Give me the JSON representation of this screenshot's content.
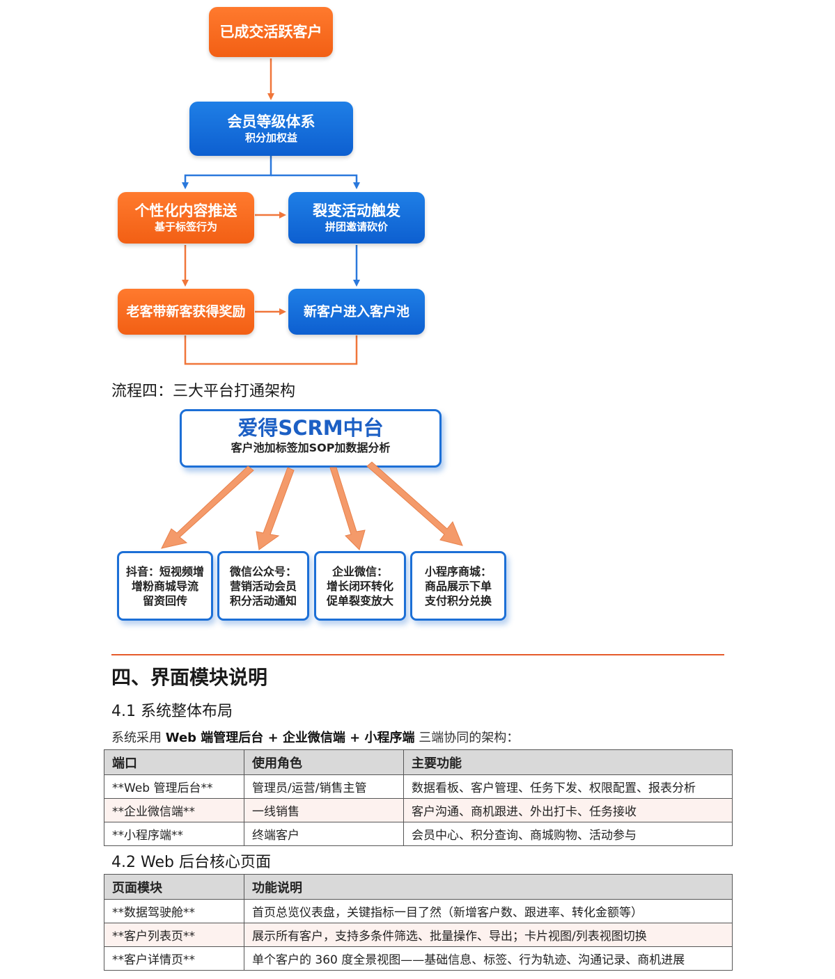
{
  "flow1": {
    "nodes": {
      "top": {
        "title": "已成交活跃客户"
      },
      "member": {
        "title": "会员等级体系",
        "sub": "积分加权益"
      },
      "personal": {
        "title": "个性化内容推送",
        "sub": "基于标签行为"
      },
      "fission": {
        "title": "裂变活动触发",
        "sub": "拼团邀请砍价"
      },
      "referral": {
        "title": "老客带新客获得奖励"
      },
      "newpool": {
        "title": "新客户进入客户池"
      }
    },
    "colors": {
      "orange": "#f26a1f",
      "blue": "#1469dc"
    }
  },
  "flow4": {
    "caption": "流程四：三大平台打通架构",
    "hub": {
      "title": "爱得SCRM中台",
      "sub": "客户池加标签加SOP加数据分析"
    },
    "leaves": [
      {
        "lines": [
          "抖音：短视频增",
          "增粉商城导流",
          "留资回传"
        ]
      },
      {
        "lines": [
          "微信公众号：",
          "营销活动会员",
          "积分活动通知"
        ]
      },
      {
        "lines": [
          "企业微信：",
          "增长闭环转化",
          "促单裂变放大"
        ]
      },
      {
        "lines": [
          "小程序商城：",
          "商品展示下单",
          "支付积分兑换"
        ]
      }
    ]
  },
  "section4": {
    "heading": "四、界面模块说明",
    "s41": {
      "heading": "4.1 系统整体布局",
      "intro_prefix": "系统采用",
      "intro_bold": "Web 端管理后台 + 企业微信端 + 小程序端",
      "intro_suffix": "三端协同的架构：",
      "table": {
        "headers": [
          "端口",
          "使用角色",
          "主要功能"
        ],
        "rows": [
          [
            "**Web 管理后台**",
            "管理员/运营/销售主管",
            "数据看板、客户管理、任务下发、权限配置、报表分析"
          ],
          [
            "**企业微信端**",
            "一线销售",
            "客户沟通、商机跟进、外出打卡、任务接收"
          ],
          [
            "**小程序端**",
            "终端客户",
            "会员中心、积分查询、商城购物、活动参与"
          ]
        ]
      }
    },
    "s42": {
      "heading": "4.2 Web 后台核心页面",
      "table": {
        "headers": [
          "页面模块",
          "功能说明"
        ],
        "rows": [
          [
            "**数据驾驶舱**",
            "首页总览仪表盘，关键指标一目了然（新增客户数、跟进率、转化金额等）"
          ],
          [
            "**客户列表页**",
            "展示所有客户，支持多条件筛选、批量操作、导出；卡片视图/列表视图切换"
          ],
          [
            "**客户详情页**",
            "单个客户的 360 度全景视图——基础信息、标签、行为轨迹、沟通记录、商机进展"
          ]
        ]
      }
    }
  }
}
